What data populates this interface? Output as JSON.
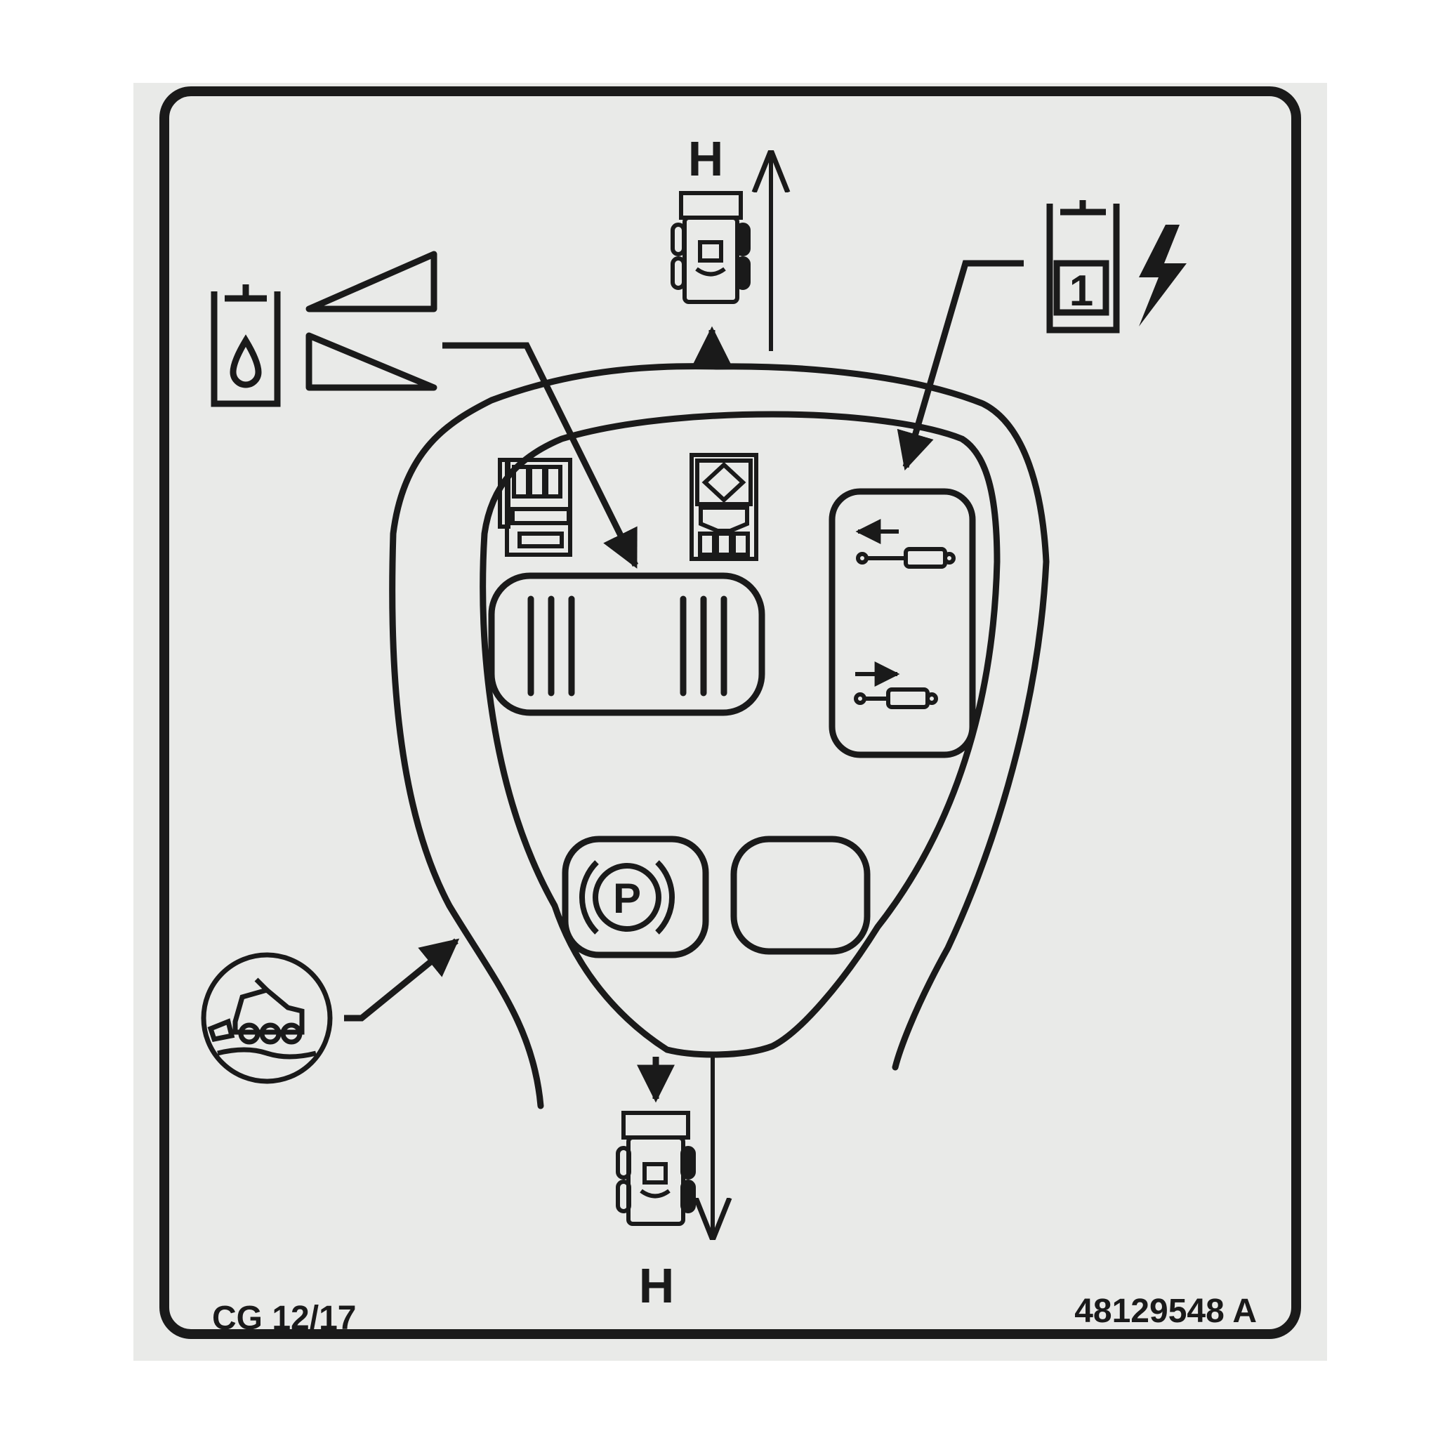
{
  "decal": {
    "colors": {
      "background": "#ffffff",
      "sticker": "#e9eae8",
      "ink": "#1a1a1a"
    },
    "top_travel_label": "H",
    "bottom_travel_label": "H",
    "relay_number": "1",
    "parking_brake_letter": "P",
    "date_code": "CG 12/17",
    "part_number": "48129548 A",
    "icons": [
      "hydraulic-fluid-icon",
      "speed-ramp-icon",
      "relay-power-icon",
      "machine-forward-icon",
      "machine-reverse-icon",
      "loader-boom-icon",
      "left-control-panel-icon",
      "right-control-panel-icon",
      "cylinder-retract-icon",
      "cylinder-extend-icon",
      "parking-brake-icon"
    ]
  }
}
